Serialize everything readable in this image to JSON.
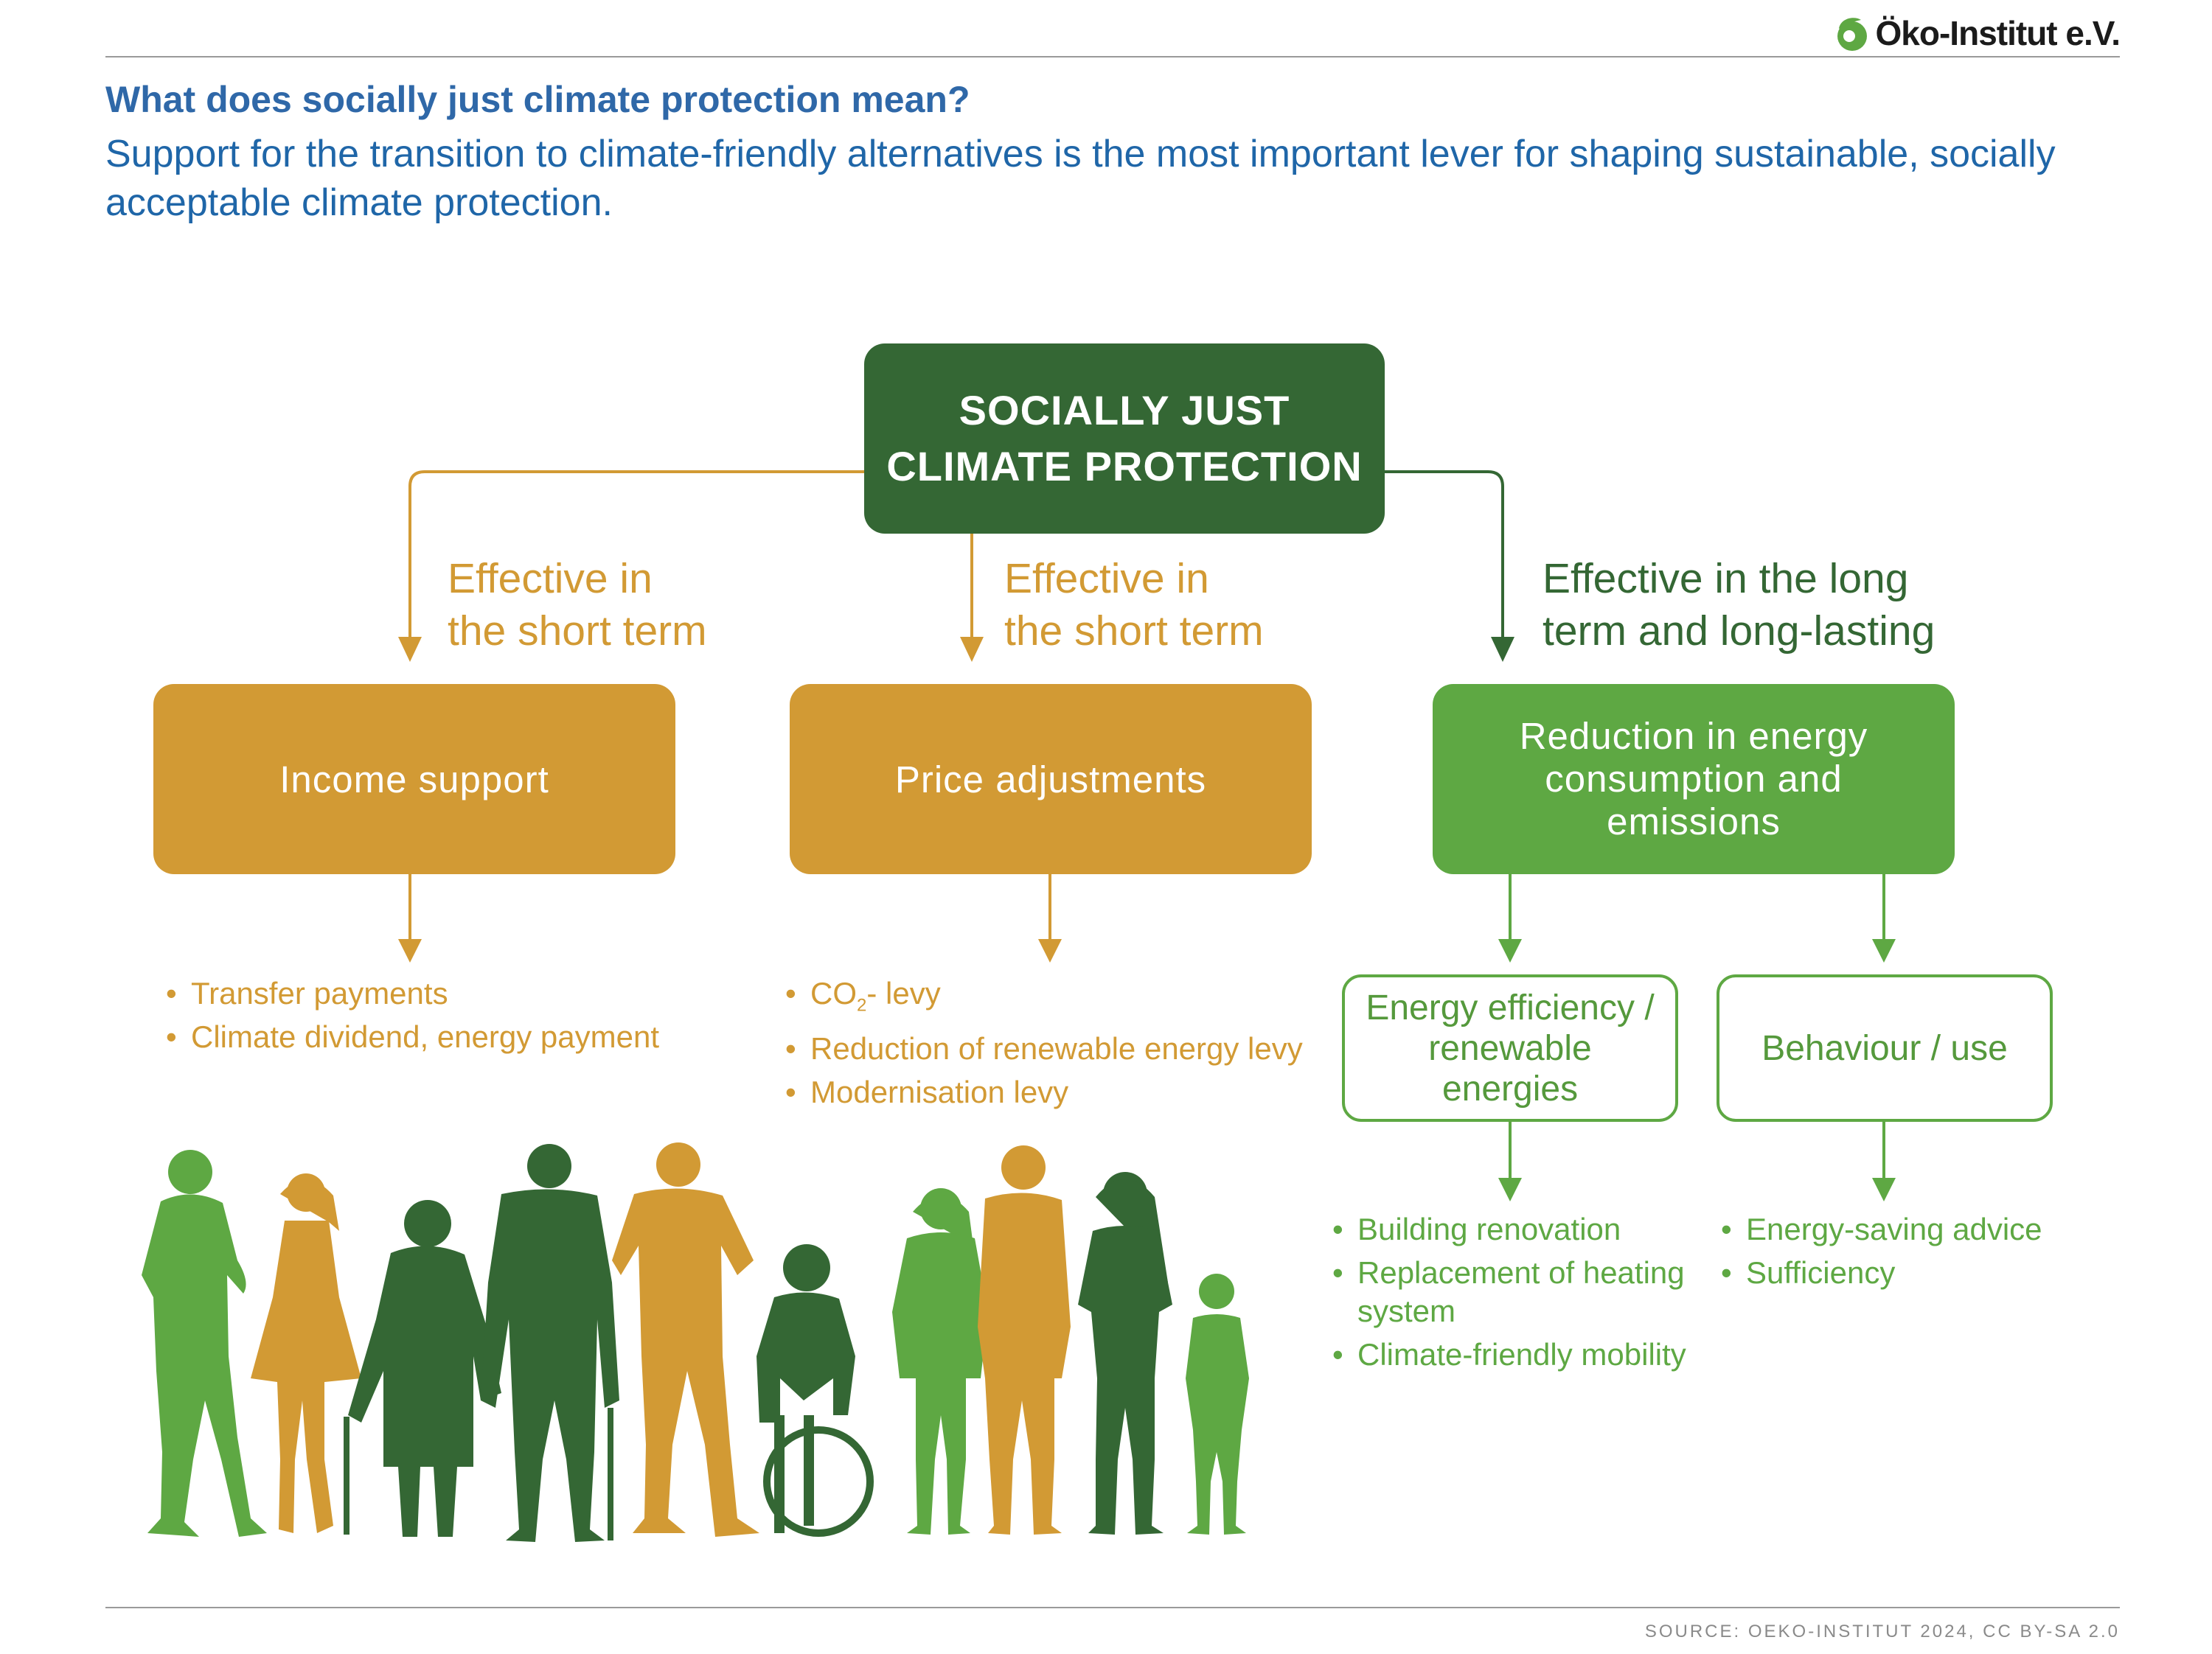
{
  "header": {
    "logo_text": "Öko-Institut e.V.",
    "heading": "What does socially just climate protection mean?",
    "subtitle": "Support for the transition to climate-friendly alternatives is the most important lever for shaping sustainable, socially acceptable climate protection."
  },
  "diagram": {
    "main_box": {
      "line1": "SOCIALLY JUST",
      "line2": "CLIMATE PROTECTION"
    },
    "labels": {
      "left": {
        "line1": "Effective in",
        "line2": "the short term"
      },
      "middle": {
        "line1": "Effective in",
        "line2": "the short term"
      },
      "right": {
        "line1": "Effective in the long",
        "line2": "term and long-lasting"
      }
    },
    "income_support": {
      "title": "Income support",
      "bullets": [
        "Transfer payments",
        "Climate dividend, energy payment"
      ]
    },
    "price_adjustments": {
      "title": "Price adjustments",
      "bullets": {
        "co2_prefix": "CO",
        "co2_sub": "2",
        "co2_suffix": "- levy",
        "b2": "Reduction of renewable energy levy",
        "b3": "Modernisation levy"
      }
    },
    "reduction": {
      "line1": "Reduction in energy",
      "line2": "consumption and",
      "line3": "emissions"
    },
    "energy_efficiency": {
      "line1": "Energy efficiency /",
      "line2": "renewable",
      "line3": "energies",
      "bullets": {
        "b1": "Building renovation",
        "b2a": "Replacement of heating",
        "b2b": "system",
        "b3": "Climate-friendly mobility"
      }
    },
    "behaviour": {
      "title": "Behaviour / use",
      "bullets": [
        "Energy-saving advice",
        "Sufficiency"
      ]
    }
  },
  "colors": {
    "dark_green": "#346734",
    "orange": "#d29a34",
    "light_green": "#5ea843",
    "heading_blue": "#2f68a8"
  },
  "footer": {
    "source": "SOURCE: OEKO-INSTITUT 2024, CC BY-SA 2.0"
  }
}
